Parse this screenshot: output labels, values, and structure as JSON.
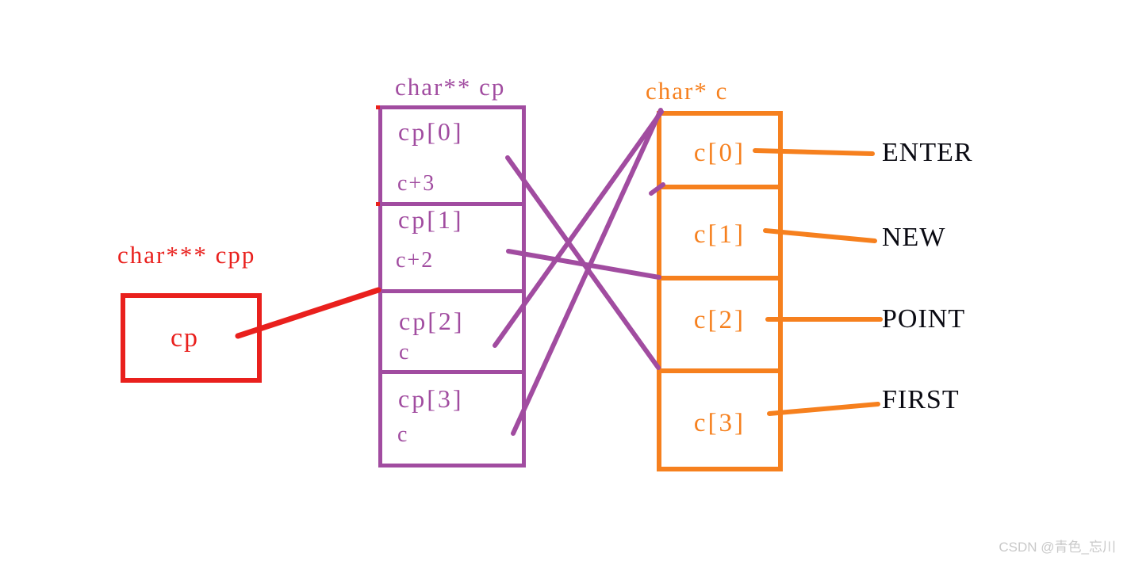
{
  "colors": {
    "purple": "#A14CA0",
    "orange": "#F6801E",
    "red": "#E9201D",
    "label": "#0a0a12",
    "watermark": "#c9c9c9",
    "background": "#ffffff"
  },
  "diagram": {
    "cpp": {
      "title": "char*** cpp",
      "cell_value": "cp"
    },
    "cp": {
      "title": "char** cp",
      "cells": [
        {
          "name": "cp[0]",
          "value": "c+3"
        },
        {
          "name": "cp[1]",
          "value": "c+2"
        },
        {
          "name": "cp[2]",
          "value": "c"
        },
        {
          "name": "cp[3]",
          "value": "c"
        }
      ]
    },
    "c": {
      "title": "char* c",
      "cells": [
        {
          "name": "c[0]",
          "string": "ENTER"
        },
        {
          "name": "c[1]",
          "string": "NEW"
        },
        {
          "name": "c[2]",
          "string": "POINT"
        },
        {
          "name": "c[3]",
          "string": "FIRST"
        }
      ]
    }
  },
  "watermark": "CSDN @青色_忘川"
}
